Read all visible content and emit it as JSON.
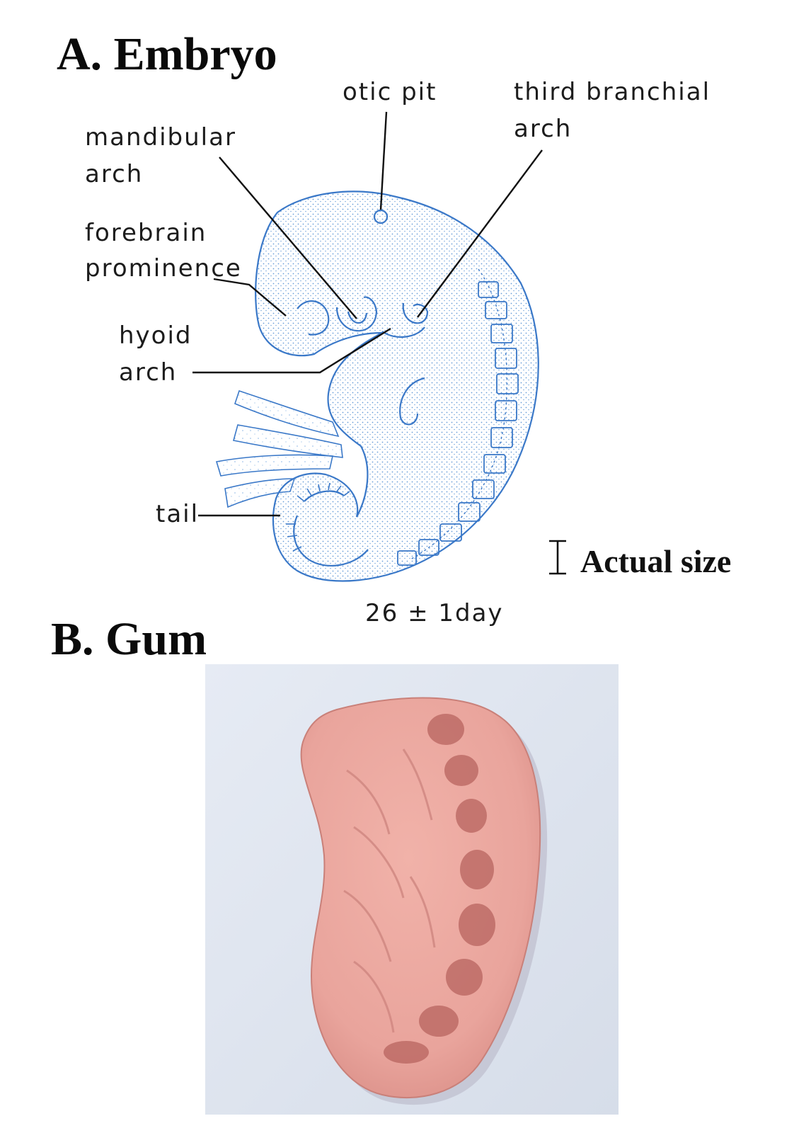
{
  "panel_a": {
    "title": "A. Embryo",
    "labels": {
      "otic_pit": "otic pit",
      "third_branchial_arch": "third branchial\narch",
      "mandibular_arch": "mandibular\narch",
      "forebrain_prominence": "forebrain\nprominence",
      "hyoid_arch": "hyoid\narch",
      "tail": "tail"
    },
    "scale_label": "Actual size",
    "age": "26 ± 1day"
  },
  "panel_b": {
    "title": "B. Gum"
  },
  "colors": {
    "outline": "#3a78c8",
    "stipple": "#6a9ed8",
    "leader": "#111111",
    "gum": "#e9a49c",
    "gum_shadow": "#b8645f",
    "photo_bg": "#dfe5f0"
  }
}
